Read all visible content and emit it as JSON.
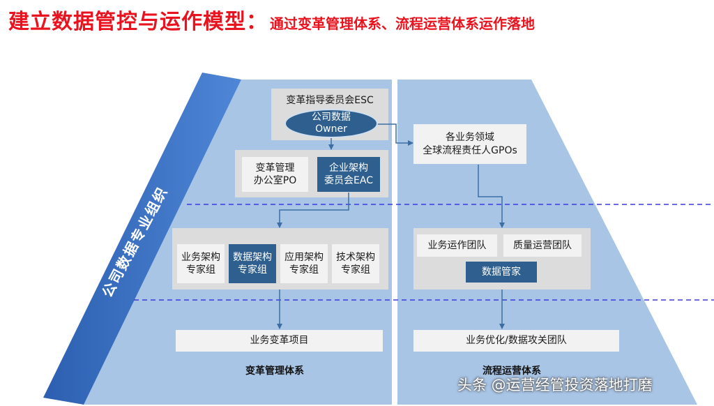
{
  "title": {
    "main": "建立数据管控与运作模型",
    "separator": "：",
    "sub": "通过变革管理体系、流程运营体系运作落地"
  },
  "band_label": "公司数据专业组织",
  "left": {
    "esc": "变革指导委员会ESC",
    "owner_line1": "公司数据",
    "owner_line2": "Owner",
    "po_line1": "变革管理",
    "po_line2": "办公室PO",
    "eac_line1": "企业架构",
    "eac_line2": "委员会EAC",
    "groups": [
      {
        "line1": "业务架构",
        "line2": "专家组"
      },
      {
        "line1": "数据架构",
        "line2": "专家组"
      },
      {
        "line1": "应用架构",
        "line2": "专家组"
      },
      {
        "line1": "技术架构",
        "line2": "专家组"
      }
    ],
    "project": "业务变革项目",
    "caption": "变革管理体系"
  },
  "right": {
    "gpo_line1": "各业务领域",
    "gpo_line2": "全球流程责任人GPOs",
    "ops_team": "业务运作团队",
    "quality_team": "质量运营团队",
    "steward": "数据管家",
    "optimize": "业务优化/数据攻关团队",
    "caption": "流程运营体系"
  },
  "watermark": "头条 @运营经管投资落地打磨",
  "colors": {
    "title": "#e8131e",
    "trapezoid": "#a9c5e6",
    "band": "#3a6fc0",
    "dark_box": "#2f5f8e",
    "dashed_line": "#3b3bd6",
    "arrow": "#3c6ea3"
  }
}
